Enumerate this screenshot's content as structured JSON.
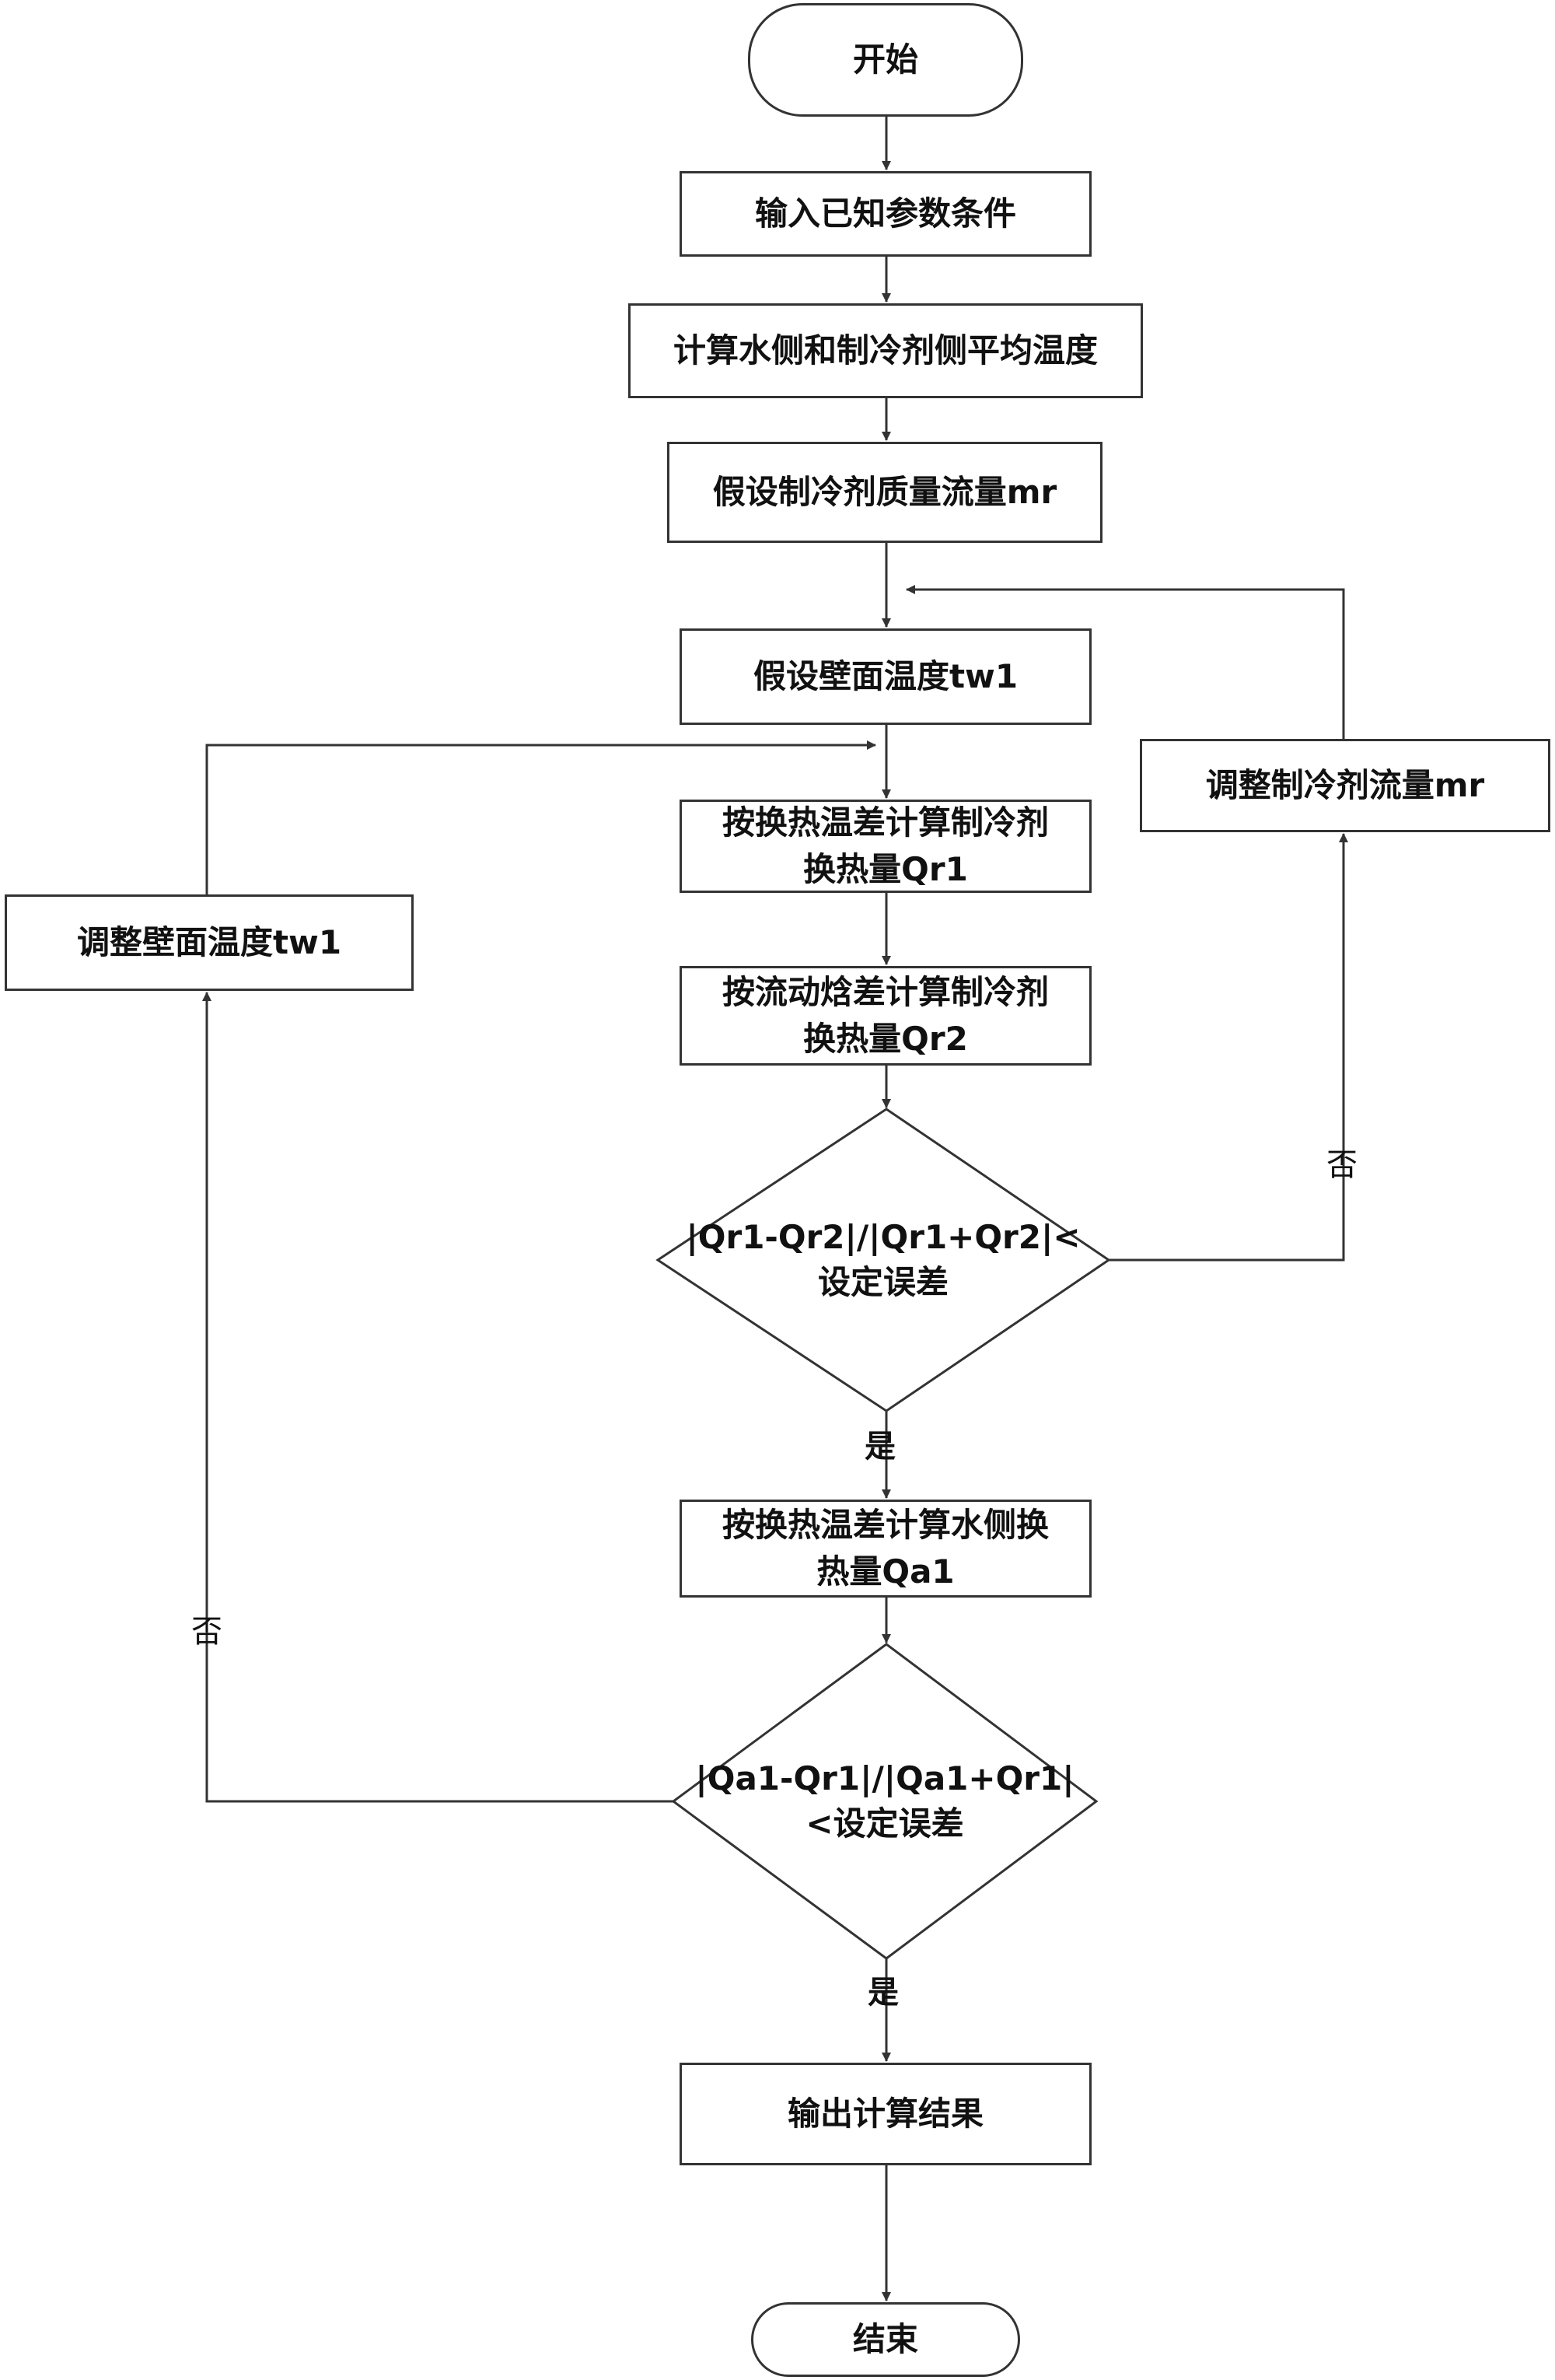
{
  "nodes": {
    "start": "开始",
    "input": "输入已知参数条件",
    "calc_avg_temp": "计算水侧和制冷剂侧平均温度",
    "assume_mr": "假设制冷剂质量流量mr",
    "assume_tw1": "假设壁面温度tw1",
    "calc_qr1": [
      "按换热温差计算制冷剂",
      "换热量Qr1"
    ],
    "calc_qr2": [
      "按流动焓差计算制冷剂",
      "换热量Qr2"
    ],
    "check_qr": [
      "|Qr1-Qr2|/|Qr1+Qr2|<",
      "设定误差"
    ],
    "calc_qa1": [
      "按换热温差计算水侧换",
      "热量Qa1"
    ],
    "check_qa": [
      "|Qa1-Qr1|/|Qa1+Qr1|",
      "<设定误差"
    ],
    "output": "输出计算结果",
    "end": "结束",
    "adjust_mr": "调整制冷剂流量mr",
    "adjust_tw1": "调整壁面温度tw1"
  },
  "edge_labels": {
    "qr_yes": "是",
    "qr_no": "否",
    "qa_yes": "是",
    "qa_no": "否"
  },
  "colors": {
    "line": "#333333",
    "text": "#111111",
    "background": "#ffffff"
  }
}
